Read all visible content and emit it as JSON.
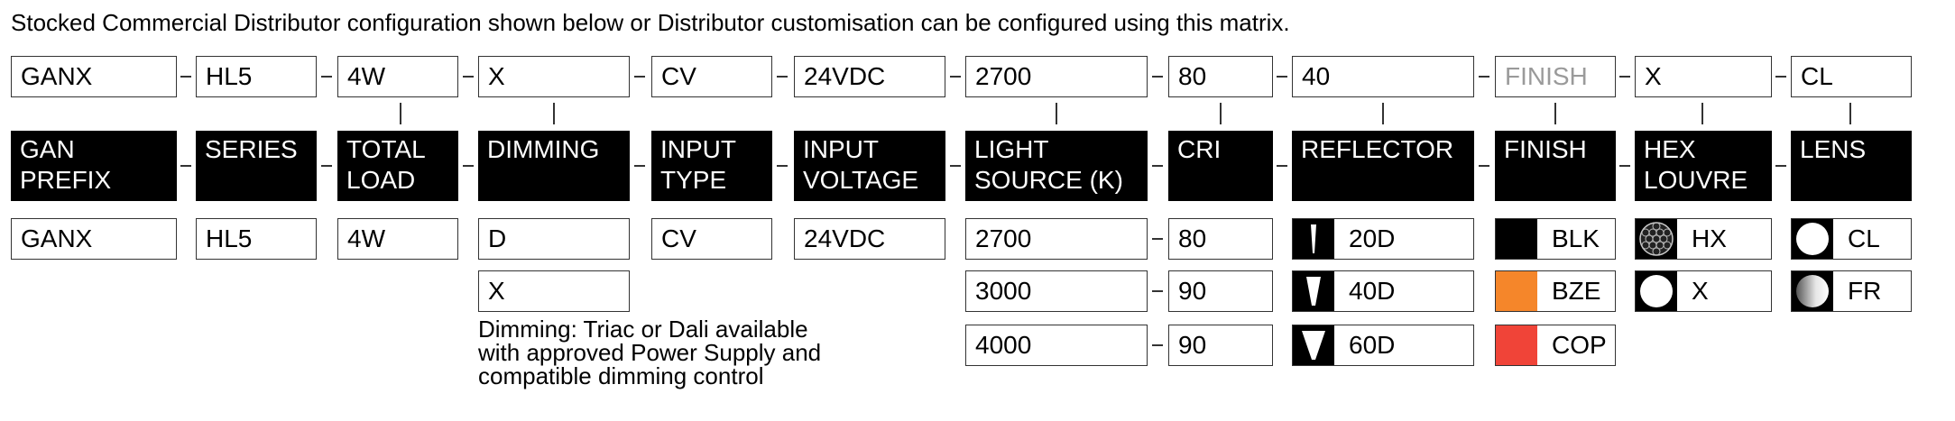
{
  "intro": "Stocked Commercial Distributor configuration shown below or Distributor customisation can be configured using this matrix.",
  "code_row": [
    "GANX",
    "HL5",
    "4W",
    "X",
    "CV",
    "24VDC",
    "2700",
    "80",
    "40",
    "FINISH",
    "X",
    "CL"
  ],
  "headers": [
    "GAN\nPREFIX",
    "SERIES",
    "TOTAL\nLOAD",
    "DIMMING",
    "INPUT\nTYPE",
    "INPUT\nVOLTAGE",
    "LIGHT\nSOURCE (K)",
    "CRI",
    "REFLECTOR",
    "FINISH",
    "HEX\nLOUVRE",
    "LENS"
  ],
  "options": {
    "gan_prefix": [
      "GANX"
    ],
    "series": [
      "HL5"
    ],
    "total_load": [
      "4W"
    ],
    "dimming": [
      "D",
      "X"
    ],
    "input_type": [
      "CV"
    ],
    "input_voltage": [
      "24VDC"
    ],
    "light_source": [
      "2700",
      "3000",
      "4000"
    ],
    "cri": [
      "80",
      "90",
      "90"
    ],
    "reflector": [
      {
        "label": "20D",
        "icon": "beam-20-icon"
      },
      {
        "label": "40D",
        "icon": "beam-40-icon"
      },
      {
        "label": "60D",
        "icon": "beam-60-icon"
      }
    ],
    "finish": [
      {
        "label": "BLK",
        "color": "#000000"
      },
      {
        "label": "BZE",
        "color": "#f5862a"
      },
      {
        "label": "COP",
        "color": "#f04438"
      }
    ],
    "hex_louvre": [
      {
        "label": "HX",
        "icon": "hex-louvre-icon"
      },
      {
        "label": "X",
        "icon": "circle-icon"
      }
    ],
    "lens": [
      {
        "label": "CL",
        "icon": "clear-lens-icon"
      },
      {
        "label": "FR",
        "icon": "frosted-lens-icon"
      }
    ]
  },
  "dimming_note": "Dimming: Triac or Dali available with approved Power Supply and compatible dimming control"
}
